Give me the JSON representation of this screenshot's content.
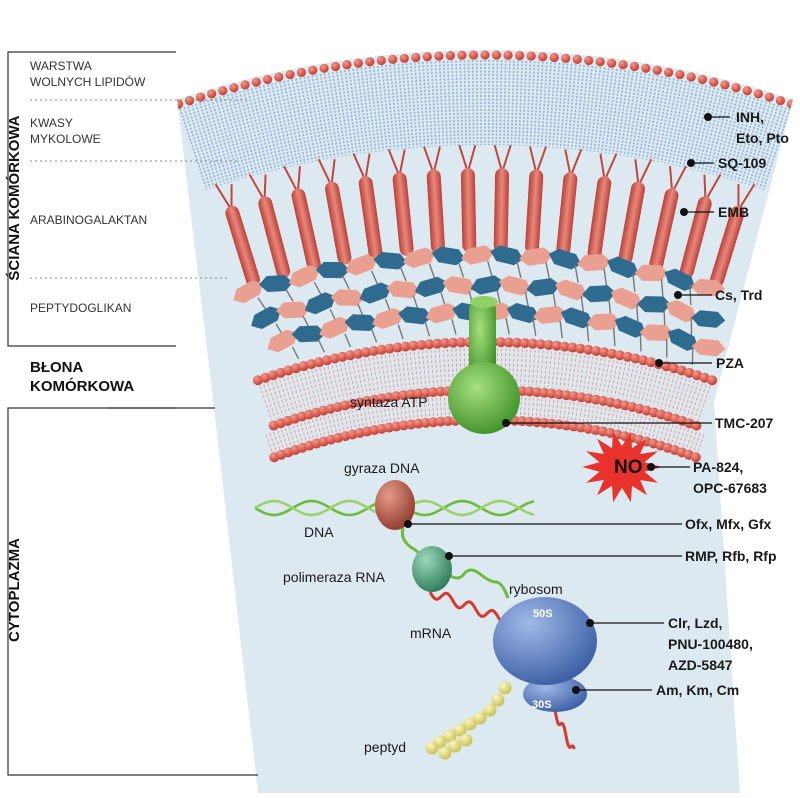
{
  "sections": {
    "cell_wall": "ŚCIANA KOMÓRKOWA",
    "membrane_line1": "BŁONA",
    "membrane_line2": "KOMÓRKOWA",
    "cytoplasm": "CYTOPLAZMA"
  },
  "layers": {
    "free_lipids_line1": "WARSTWA",
    "free_lipids_line2": "WOLNYCH LIPIDÓW",
    "mycolic_line1": "KWASY",
    "mycolic_line2": "MYKOLOWE",
    "arabinogalactan": "ARABINOGALAKTAN",
    "peptidoglycan": "PEPTYDOGLIKAN"
  },
  "structures": {
    "atp_synthase": "syntaza ATP",
    "dna_gyrase": "gyraza DNA",
    "dna": "DNA",
    "rna_polymerase": "polimeraza RNA",
    "ribosome": "rybosom",
    "subunit_50s": "50S",
    "subunit_30s": "30S",
    "mrna": "mRNA",
    "peptide": "peptyd",
    "no": "NO"
  },
  "drugs": {
    "inh_line1": "INH,",
    "inh_line2": "Eto, Pto",
    "sq109": "SQ-109",
    "emb": "EMB",
    "cs_trd": "Cs, Trd",
    "pza": "PZA",
    "tmc207": "TMC-207",
    "pa824_line1": "PA-824,",
    "pa824_line2": "OPC-67683",
    "ofx": "Ofx, Mfx, Gfx",
    "rmp": "RMP, Rfb, Rfp",
    "clr_line1": "Clr, Lzd,",
    "clr_line2": "PNU-100480,",
    "clr_line3": "AZD-5847",
    "am": "Am, Km, Cm"
  },
  "colors": {
    "cytoplasm": "#dde9f1",
    "lipid_head": "#e0574c",
    "mycolic": "#8fb2d6",
    "arabinogalactan": "#d9685e",
    "sugar_blue": "#2f6a8f",
    "sugar_pink": "#eaa090",
    "atp_synthase": "#5ab33f",
    "gyrase": "#b85a4a",
    "polymerase": "#3f9a72",
    "ribosome": "#5a7fc3",
    "dna": "#6cbb3a",
    "mrna": "#d8382e",
    "peptide": "#e4df7a",
    "no_burst": "#e8322c"
  }
}
